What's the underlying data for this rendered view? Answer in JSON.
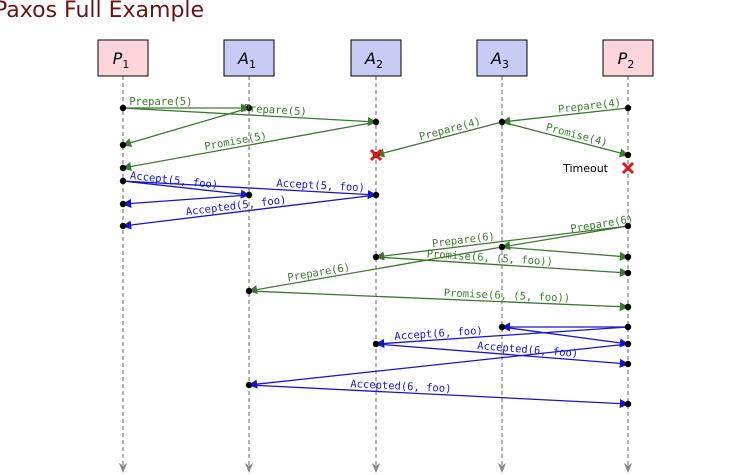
{
  "title": "Paxos Full Example",
  "colors": {
    "proposer_fill": "#fcd6da",
    "acceptor_fill": "#c8cbf3",
    "prepare": "#3b7a2e",
    "accept": "#1414d2",
    "failure": "#e01818",
    "lifeline": "#888888"
  },
  "nodes": [
    {
      "id": "P1",
      "base": "P",
      "sub": "1",
      "role": "proposer"
    },
    {
      "id": "A1",
      "base": "A",
      "sub": "1",
      "role": "acceptor"
    },
    {
      "id": "A2",
      "base": "A",
      "sub": "2",
      "role": "acceptor"
    },
    {
      "id": "A3",
      "base": "A",
      "sub": "3",
      "role": "acceptor"
    },
    {
      "id": "P2",
      "base": "P",
      "sub": "2",
      "role": "proposer"
    }
  ],
  "messages": [
    {
      "from": "P1",
      "to": "A1",
      "t0": 1,
      "t1": 1,
      "kind": "prepare",
      "label": "Prepare(5)",
      "pos": 0.3
    },
    {
      "from": "P1",
      "to": "A2",
      "t0": 1,
      "t1": 2,
      "kind": "prepare",
      "label": "Prepare(5)",
      "pos": 0.6
    },
    {
      "from": "A1",
      "to": "P1",
      "t0": 1,
      "t1": 3,
      "kind": "prepare",
      "label": "",
      "pos": 0.5
    },
    {
      "from": "P2",
      "to": "A3",
      "t0": 1,
      "t1": 2,
      "kind": "prepare",
      "label": "Prepare(4)",
      "pos": 0.3
    },
    {
      "from": "A3",
      "to": "A2",
      "t0": 2,
      "t1": 4,
      "kind": "prepare",
      "label": "Prepare(4)",
      "pos": 0.4
    },
    {
      "from": "A3",
      "to": "P2",
      "t0": 2,
      "t1": 4,
      "kind": "prepare",
      "label": "Promise(4)",
      "pos": 0.58
    },
    {
      "from": "A2",
      "to": "P1",
      "t0": 2,
      "t1": 5,
      "kind": "prepare",
      "label": "Promise(5)",
      "pos": 0.55
    },
    {
      "from": "P1",
      "to": "A1",
      "t0": 6,
      "t1": 7,
      "kind": "accept",
      "label": "Accept(5, foo)",
      "pos": 0.4
    },
    {
      "from": "P1",
      "to": "A2",
      "t0": 6,
      "t1": 7,
      "kind": "accept",
      "label": "Accept(5, foo)",
      "pos": 0.78
    },
    {
      "from": "A1",
      "to": "P1",
      "t0": 7,
      "t1": 8,
      "kind": "accept",
      "label": "",
      "pos": 0.5
    },
    {
      "from": "A2",
      "to": "P1",
      "t0": 7,
      "t1": 9,
      "kind": "accept",
      "label": "Accepted(5, foo)",
      "pos": 0.55
    },
    {
      "from": "P2",
      "to": "A3",
      "t0": 9,
      "t1": 10,
      "kind": "prepare",
      "label": "Prepare(6)",
      "pos": 0.2
    },
    {
      "from": "A3",
      "to": "P2",
      "t0": 10,
      "t1": 11,
      "kind": "prepare",
      "label": "",
      "pos": 0.5
    },
    {
      "from": "P2",
      "to": "A2",
      "t0": 9,
      "t1": 11,
      "kind": "prepare",
      "label": "Prepare(6)",
      "pos": 0.65
    },
    {
      "from": "A2",
      "to": "P2",
      "t0": 11,
      "t1": 12,
      "kind": "prepare",
      "label": "Promise(6, (5, foo))",
      "pos": 0.45
    },
    {
      "from": "A3",
      "to": "A1",
      "t0": 10,
      "t1": 13,
      "kind": "prepare",
      "label": "Prepare(6)",
      "pos": 0.72
    },
    {
      "from": "A1",
      "to": "P2",
      "t0": 13,
      "t1": 14,
      "kind": "prepare",
      "label": "Promise(6, (5, foo))",
      "pos": 0.68
    },
    {
      "from": "P2",
      "to": "A3",
      "t0": 15,
      "t1": 15,
      "kind": "accept",
      "label": "",
      "pos": 0.5
    },
    {
      "from": "A3",
      "to": "P2",
      "t0": 15,
      "t1": 16,
      "kind": "accept",
      "label": "",
      "pos": 0.5
    },
    {
      "from": "P2",
      "to": "A2",
      "t0": 15,
      "t1": 16,
      "kind": "accept",
      "label": "Accept(6, foo)",
      "pos": 0.75
    },
    {
      "from": "A2",
      "to": "P2",
      "t0": 16,
      "t1": 17,
      "kind": "accept",
      "label": "Accepted(6, foo)",
      "pos": 0.6
    },
    {
      "from": "P2",
      "to": "A1",
      "t0": 16,
      "t1": 18,
      "kind": "accept",
      "label": "",
      "pos": 0.5
    },
    {
      "from": "A1",
      "to": "P2",
      "t0": 18,
      "t1": 19,
      "kind": "accept",
      "label": "Accepted(6, foo)",
      "pos": 0.4
    }
  ],
  "failures": [
    {
      "node": "A2",
      "t": 4,
      "label": ""
    },
    {
      "node": "P2",
      "t": 5,
      "label": "Timeout"
    }
  ]
}
